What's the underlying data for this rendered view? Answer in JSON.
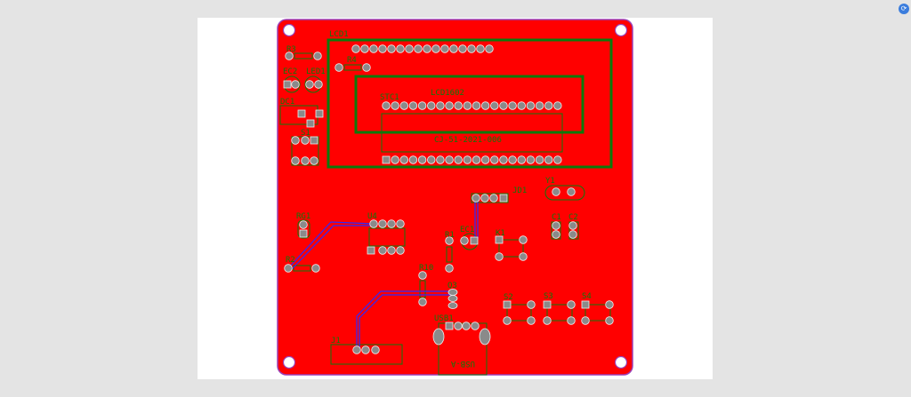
{
  "viewer": {
    "corner_button_icon": "sync-icon",
    "corner_button_glyph": "⟳"
  },
  "colors": {
    "copper": "#ff0000",
    "silkscreen": "#0b7a0b",
    "outline": "#9b3fb5",
    "pad": "#8a8a8a",
    "trace": "#2a2aff",
    "background": "#e4e4e4"
  },
  "board": {
    "labels": {
      "lcd1": "LCD1",
      "r3": "R3",
      "r4": "R4",
      "ec2": "EC2",
      "led1": "LED1",
      "dc1": "DC1",
      "s1": "S1",
      "stc1": "STC1",
      "lcd1602": "LCD1602",
      "cj": "CJ-51-2021-006",
      "jd1": "JD1",
      "y1": "Y1",
      "c1": "C1",
      "c2": "C2",
      "r1": "R1",
      "ec1": "EC1",
      "k1": "K1",
      "r10": "R10",
      "q3": "Q3",
      "s2": "S2",
      "s3": "S3",
      "s4": "S4",
      "usb1": "USB1",
      "usba": "USB-A",
      "rg1": "RG1",
      "u4": "U4",
      "r2": "R2",
      "j1": "J1"
    }
  }
}
